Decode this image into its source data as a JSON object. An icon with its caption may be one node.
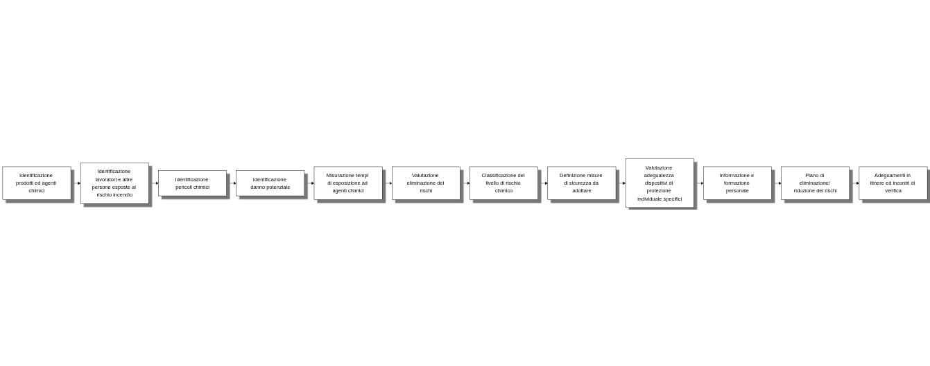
{
  "diagram": {
    "nodes": [
      {
        "text": [
          "Identificazione prodotti ed agenti chimici"
        ]
      },
      {
        "text": [
          "Identificazione lavoratori e altre persone esposte al rischio incendio"
        ]
      },
      {
        "text": [
          "Identificazione pericoli chimici"
        ]
      },
      {
        "text": [
          "Identificazione danno potenziale"
        ]
      },
      {
        "text": [
          "Misurazione tempi di esposizione ad agenti chimici"
        ]
      },
      {
        "text": [
          "Valutazione eliminazione dei rischi"
        ]
      },
      {
        "text": [
          "Classificazione del livello di rischio chimico"
        ]
      },
      {
        "text": [
          "Definizione misure di sicurezza da adottare"
        ]
      },
      {
        "text": [
          "Valutazione adeguatezza dispositivi di protezione individuale specifici"
        ]
      },
      {
        "text": [
          "Informazione e formazione personale"
        ]
      },
      {
        "text": [
          "Piano di eliminazione/ riduzione dei rischi"
        ]
      },
      {
        "text": [
          "Adeguamenti in itinere ed incontri di verifica"
        ]
      }
    ],
    "edges": [
      {
        "from": 0,
        "to": 1,
        "arrow": "to"
      },
      {
        "from": 1,
        "to": 2,
        "arrow": "to"
      },
      {
        "from": 2,
        "to": 3,
        "arrow": "to"
      },
      {
        "from": 3,
        "to": 4,
        "arrow": "to"
      },
      {
        "from": 4,
        "to": 5,
        "arrow": "to"
      },
      {
        "from": 5,
        "to": 6,
        "arrow": "to"
      },
      {
        "from": 6,
        "to": 7,
        "arrow": "to"
      },
      {
        "from": 7,
        "to": 8,
        "arrow": "to"
      },
      {
        "from": 8,
        "to": 9,
        "arrow": "to"
      },
      {
        "from": 9,
        "to": 10,
        "arrow": "to"
      },
      {
        "from": 10,
        "to": 11,
        "arrow": "to"
      }
    ]
  }
}
